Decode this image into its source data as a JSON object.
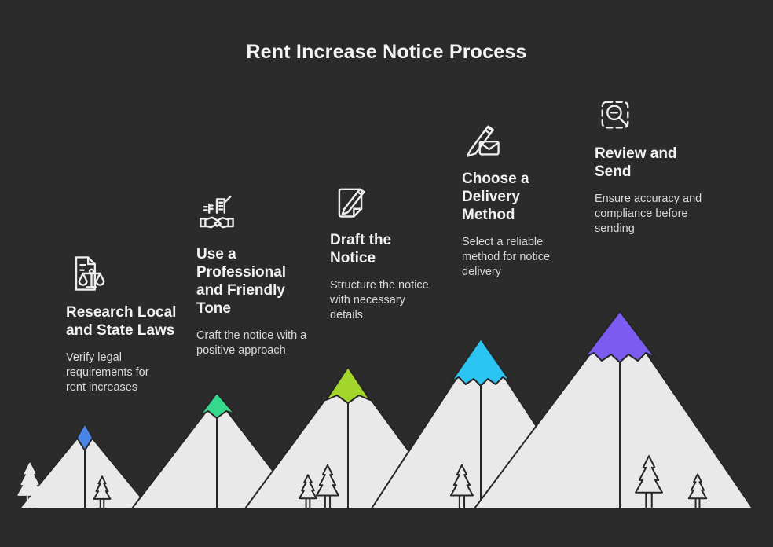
{
  "title": "Rent Increase Notice Process",
  "colors": {
    "background": "#2b2b2b",
    "mountain_fill": "#e9e9e9",
    "outline": "#262626",
    "text_title": "#f4f4f4",
    "text_body": "#d9d9d9"
  },
  "steps": [
    {
      "title": "Research Local and State Laws",
      "description": "Verify legal requirements for rent increases",
      "icon": "legal-document-scales-icon",
      "peak_color": "#4a86e8"
    },
    {
      "title": "Use a Professional and Friendly Tone",
      "description": "Craft the notice with a positive approach",
      "icon": "handshake-building-icon",
      "peak_color": "#36d98b"
    },
    {
      "title": "Draft the Notice",
      "description": "Structure the notice with necessary details",
      "icon": "draft-note-pencil-icon",
      "peak_color": "#a3d62c"
    },
    {
      "title": "Choose a Delivery Method",
      "description": "Select a reliable method for notice delivery",
      "icon": "pencil-envelope-icon",
      "peak_color": "#2bc4f3"
    },
    {
      "title": "Review and Send",
      "description": "Ensure accuracy and compliance before sending",
      "icon": "magnifier-review-icon",
      "peak_color": "#7c5cf0"
    }
  ]
}
